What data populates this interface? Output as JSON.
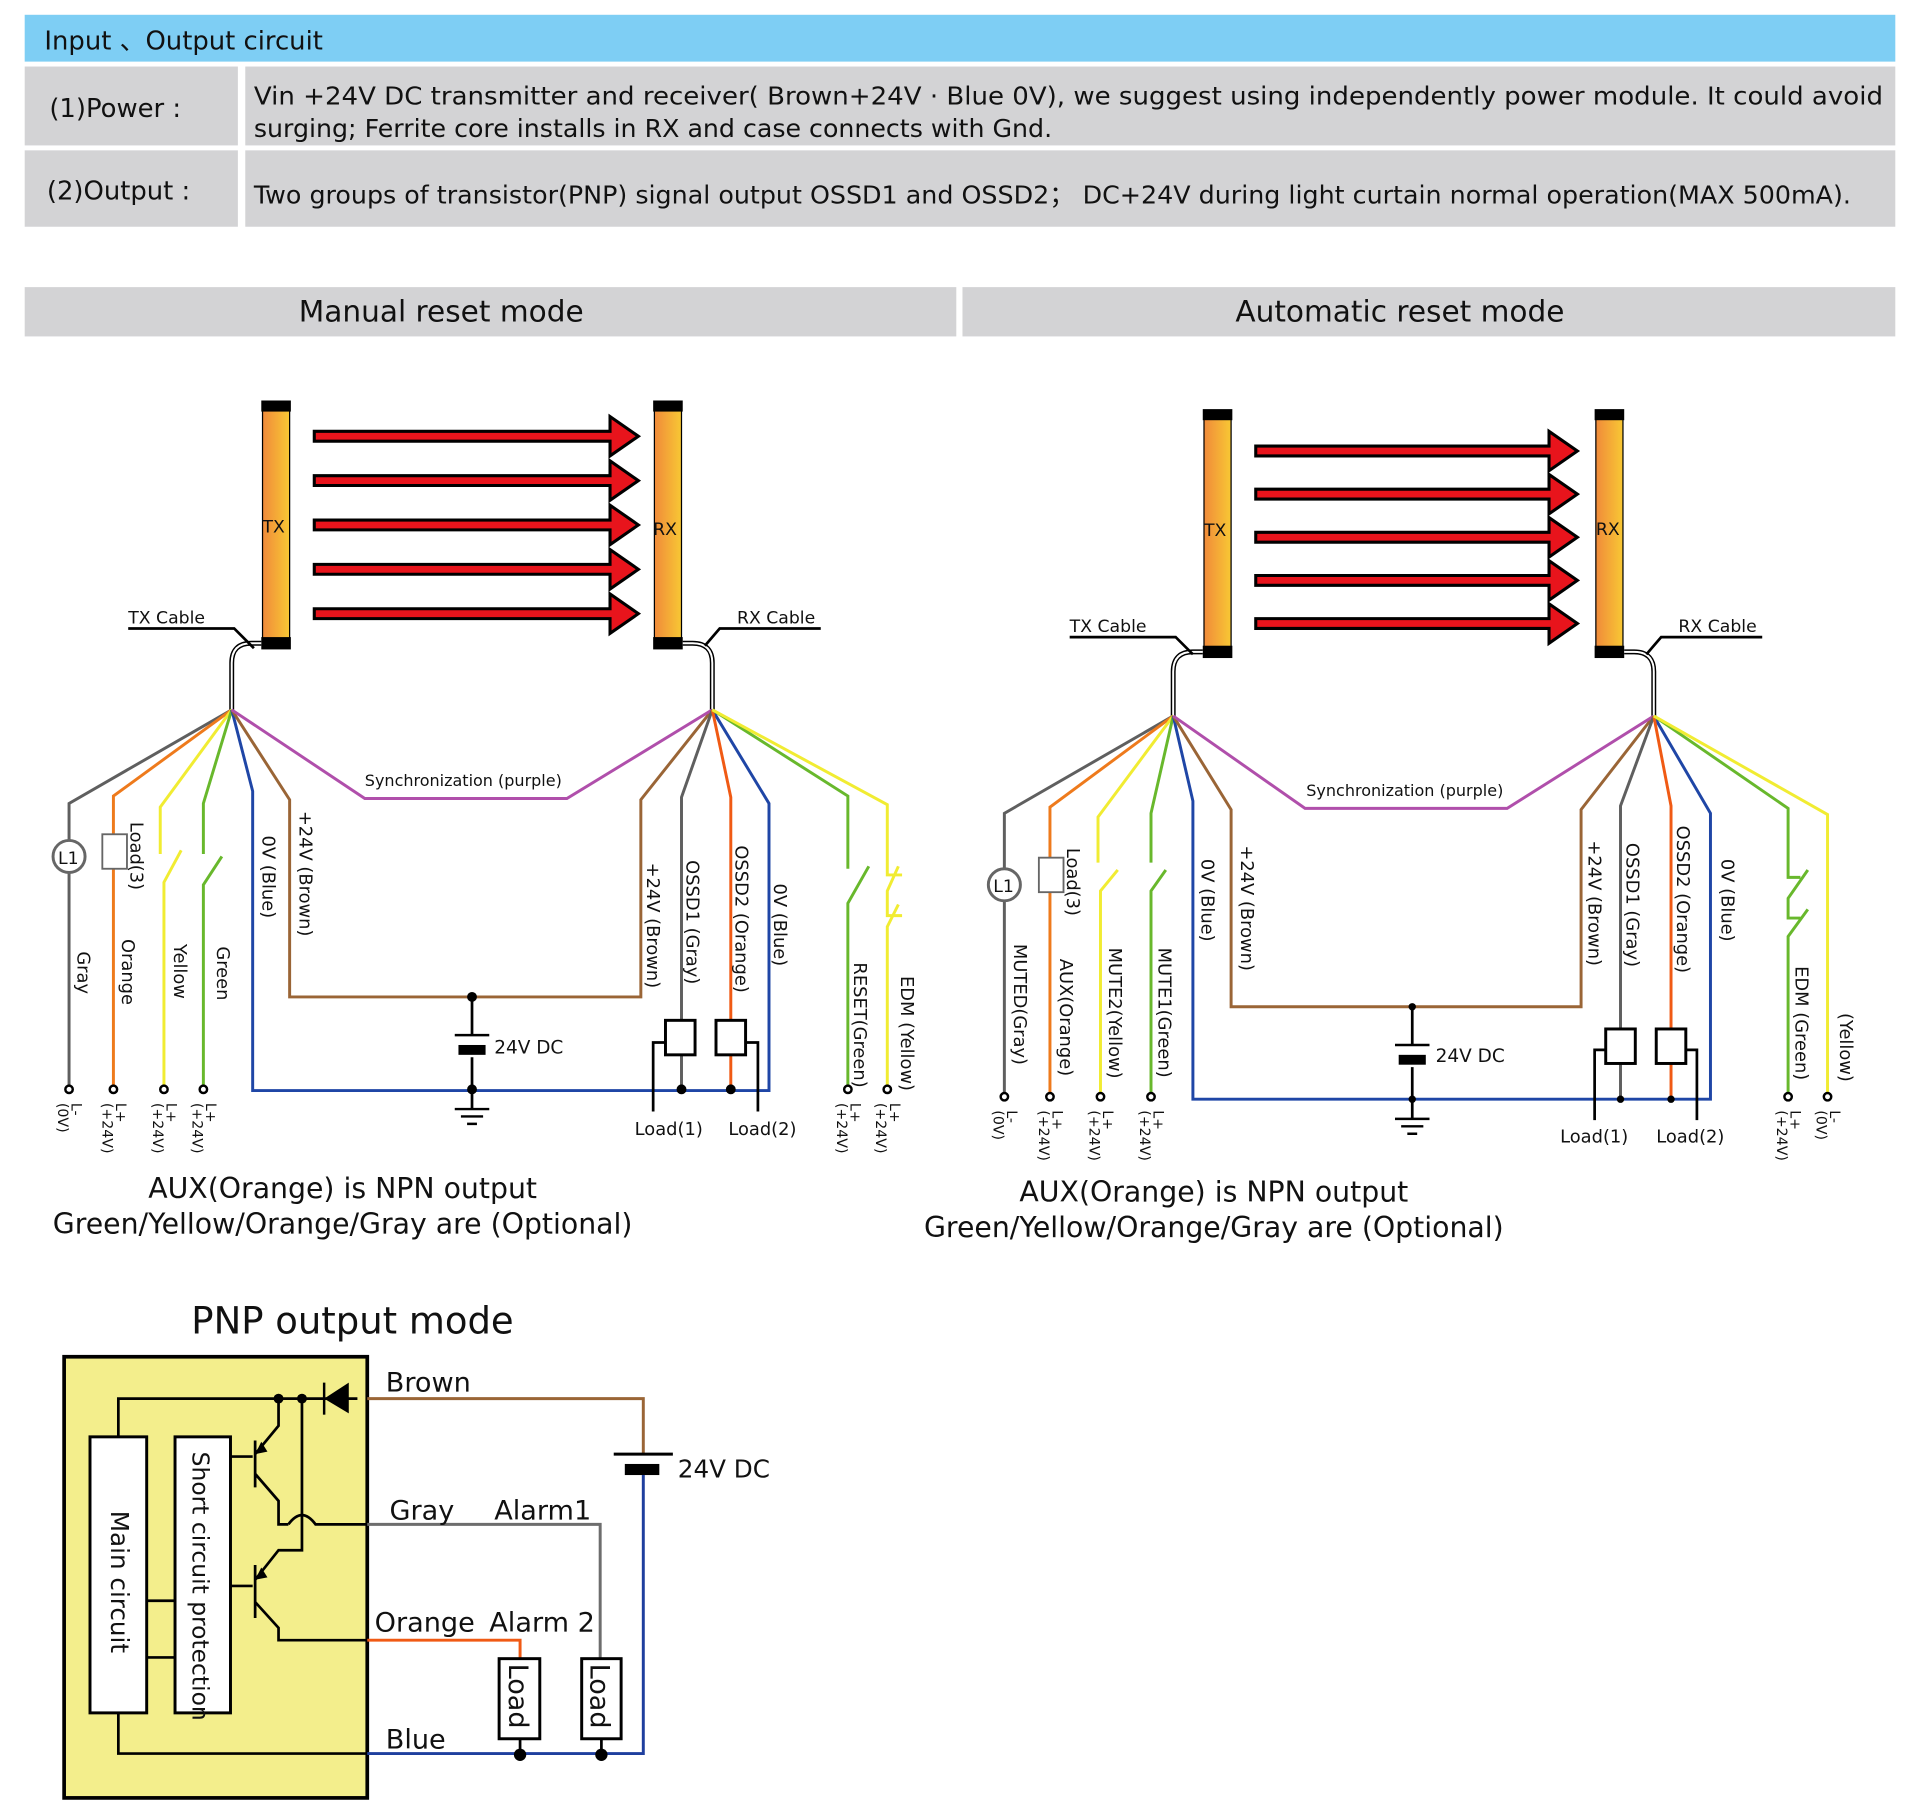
{
  "header": {
    "title": "Input 、Output circuit",
    "rows": [
      {
        "label": "(1)Power :",
        "text_line1": "Vin +24V DC transmitter and receiver( Brown+24V · Blue 0V), we suggest using independently power module. It could avoid",
        "text_line2": "surging; Ferrite core installs in RX and case connects with Gnd."
      },
      {
        "label": "(2)Output :",
        "text_line1": "Two groups of transistor(PNP) signal output OSSD1 and OSSD2； DC+24V during light curtain normal operation(MAX 500mA)."
      }
    ]
  },
  "colors": {
    "header_bg": "#7ecef4",
    "row_bg": "#d3d3d5",
    "gray": "#5f5f5f",
    "orange": "#ee7a1c",
    "ossd2_orange": "#f05a14",
    "yellow": "#f1ec32",
    "green": "#68b82c",
    "blue": "#1f46a6",
    "brown": "#9a6536",
    "purple": "#b04fab",
    "arrow_red": "#e8141c",
    "bar_orange_left": "#f08a3a",
    "bar_orange_right": "#f8c834",
    "pnp_panel": "#f3ee8c"
  },
  "modes": {
    "manual": {
      "title": "Manual reset mode",
      "tx_label": "TX",
      "rx_label": "RX",
      "tx_cable": "TX Cable",
      "rx_cable": "RX Cable",
      "sync": "Synchronization (purple)",
      "lamp": "L1",
      "load3": "Load(3)",
      "left_wires": [
        "Gray",
        "Orange",
        "Yellow",
        "Green",
        "0V (Blue)",
        "+24V (Brown)"
      ],
      "right_wires": [
        "+24V (Brown)",
        "OSSD1 (Gray)",
        "OSSD2 (Orange)",
        "0V (Blue)",
        "RESET(Green)",
        "EDM (Yellow)"
      ],
      "supply": "24V DC",
      "load1": "Load(1)",
      "load2": "Load(2)",
      "terminals_left": [
        [
          "L-",
          "(0V)"
        ],
        [
          "L+",
          "(+24V)"
        ],
        [
          "L+",
          "(+24V)"
        ],
        [
          "L+",
          "(+24V)"
        ]
      ],
      "terminals_right": [
        [
          "L+",
          "(+24V)"
        ],
        [
          "L+",
          "(+24V)"
        ]
      ],
      "note1": "AUX(Orange) is NPN output",
      "note2": "Green/Yellow/Orange/Gray are (Optional)"
    },
    "automatic": {
      "title": "Automatic reset mode",
      "tx_label": "TX",
      "rx_label": "RX",
      "tx_cable": "TX Cable",
      "rx_cable": "RX Cable",
      "sync": "Synchronization (purple)",
      "lamp": "L1",
      "load3": "Load(3)",
      "left_wires": [
        "MUTED(Gray)",
        "AUX(Orange)",
        "MUTE2(Yellow)",
        "MUTE1(Green)",
        "0V (Blue)",
        "+24V (Brown)"
      ],
      "right_wires": [
        "+24V (Brown)",
        "OSSD1 (Gray)",
        "OSSD2 (Orange)",
        "0V (Blue)",
        "EDM (Green)",
        "(Yellow)"
      ],
      "supply": "24V DC",
      "load1": "Load(1)",
      "load2": "Load(2)",
      "terminals_left": [
        [
          "L-",
          "(0V)"
        ],
        [
          "L+",
          "(+24V)"
        ],
        [
          "L+",
          "(+24V)"
        ],
        [
          "L+",
          "(+24V)"
        ]
      ],
      "terminals_right": [
        [
          "L+",
          "(+24V)"
        ],
        [
          "L-",
          "(0V)"
        ]
      ],
      "note1": "AUX(Orange) is NPN output",
      "note2": "Green/Yellow/Orange/Gray are (Optional)"
    }
  },
  "pnp": {
    "title": "PNP output mode",
    "main_circuit": "Main circuit",
    "short_circuit": "Short circuit protection",
    "brown": "Brown",
    "gray": "Gray",
    "alarm1": "Alarm1",
    "orange": "Orange",
    "alarm2": "Alarm 2",
    "blue": "Blue",
    "supply": "24V DC",
    "load_a": "Load",
    "load_b": "Load"
  }
}
